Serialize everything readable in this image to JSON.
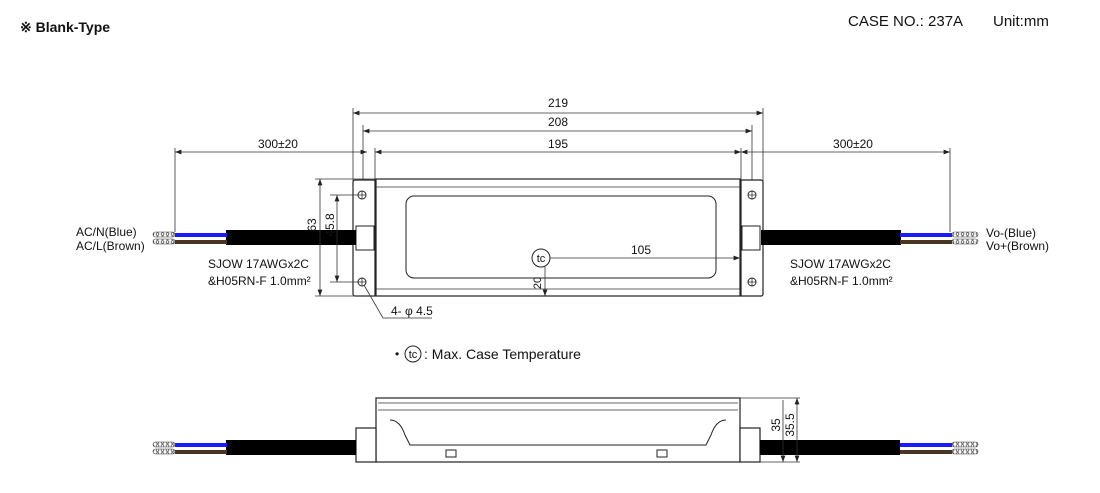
{
  "header": {
    "title": "※ Blank-Type",
    "case_no": "CASE NO.: 237A",
    "unit": "Unit:mm"
  },
  "dimensions": {
    "overall": "219",
    "mounting": "208",
    "body": "195",
    "cable_left": "300±20",
    "cable_right": "300±20",
    "height": "63",
    "hole_spacing": "45.8",
    "tc_x": "105",
    "tc_y": "20",
    "holes": "4- φ 4.5",
    "side_height": "35",
    "side_height_total": "35.5"
  },
  "input": {
    "n_label": "AC/N(Blue)",
    "l_label": "AC/L(Brown)",
    "cable_line1": "SJOW 17AWGx2C",
    "cable_line2": "&H05RN-F 1.0mm²"
  },
  "output": {
    "neg_label": "Vo-(Blue)",
    "pos_label": "Vo+(Brown)",
    "cable_line1": "SJOW 17AWGx2C",
    "cable_line2": "&H05RN-F 1.0mm²"
  },
  "note": {
    "bullet": "•",
    "symbol": "tc",
    "text": ": Max. Case Temperature"
  },
  "colors": {
    "blue_wire": "#1a1aff",
    "brown_wire": "#4a3520",
    "cable": "#000000"
  }
}
